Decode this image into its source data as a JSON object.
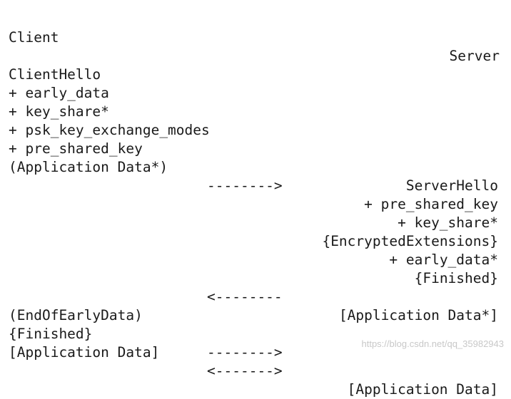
{
  "header": {
    "client": "Client",
    "server": "Server"
  },
  "client_hello": {
    "title": "ClientHello",
    "ext1": "+ early_data",
    "ext2": "+ key_share*",
    "ext3": "+ psk_key_exchange_modes",
    "ext4": "+ pre_shared_key",
    "app_data": "(Application Data*)",
    "arrow": "-------->"
  },
  "server_hello": {
    "title": "ServerHello",
    "ext1": "+ pre_shared_key",
    "ext2": "+ key_share*",
    "encrypted_extensions": "{EncryptedExtensions}",
    "early_data": "+ early_data*",
    "finished": "{Finished}",
    "arrow": "<--------",
    "app_data": "[Application Data*]"
  },
  "client_finish": {
    "end_of_early_data": "(EndOfEarlyData)",
    "finished": "{Finished}",
    "finished_arrow": "-------->",
    "app_data": "[Application Data]",
    "bidirectional_arrow": "<------->",
    "server_app_data": "[Application Data]"
  },
  "watermark": "https://blog.csdn.net/qq_35982943"
}
